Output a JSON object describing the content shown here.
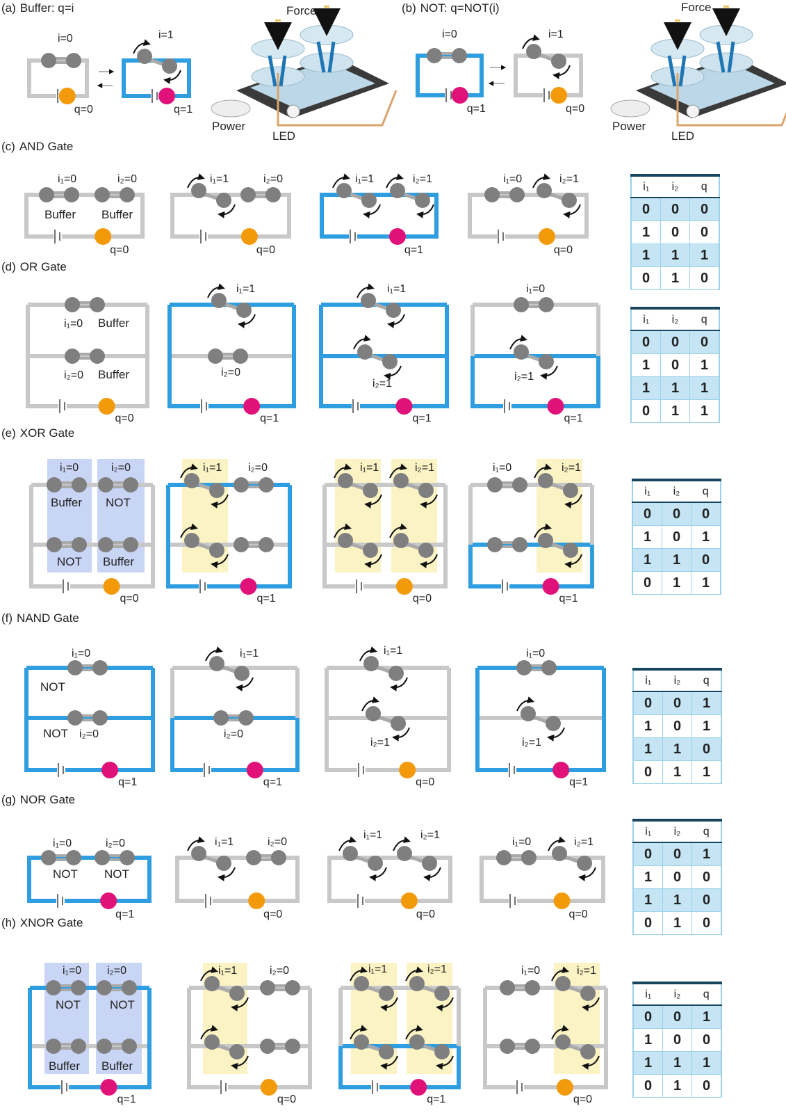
{
  "colors": {
    "wire_off": "#c8c8c8",
    "wire_on": "#2f9ee0",
    "node": "#7f7f7f",
    "led_off": "#f39a0b",
    "led_on": "#e0127a",
    "box_blue": "#c9d5f5",
    "box_yellow": "#fbf3c4"
  },
  "sections": {
    "a": {
      "letter": "(a)",
      "title": "Buffer: q=i"
    },
    "b": {
      "letter": "(b)",
      "title": "NOT: q=NOT(i)"
    },
    "c": {
      "letter": "(c)",
      "title": "AND Gate"
    },
    "d": {
      "letter": "(d)",
      "title": "OR Gate"
    },
    "e": {
      "letter": "(e)",
      "title": "XOR Gate"
    },
    "f": {
      "letter": "(f)",
      "title": "NAND Gate"
    },
    "g": {
      "letter": "(g)",
      "title": "NOR Gate"
    },
    "h": {
      "letter": "(h)",
      "title": "XNOR Gate"
    }
  },
  "labels": {
    "i0": "i=0",
    "i1": "i=1",
    "q0": "q=0",
    "q1": "q=1",
    "i1_0": "i₁=0",
    "i1_1": "i₁=1",
    "i2_0": "i₂=0",
    "i2_1": "i₂=1",
    "buffer": "Buffer",
    "not": "NOT",
    "force": "Force",
    "power": "Power",
    "led": "LED"
  },
  "truth_tables": {
    "headers": [
      "i₁",
      "i₂",
      "q"
    ],
    "c": [
      [
        "0",
        "0",
        "0"
      ],
      [
        "1",
        "0",
        "0"
      ],
      [
        "1",
        "1",
        "1"
      ],
      [
        "0",
        "1",
        "0"
      ]
    ],
    "d": [
      [
        "0",
        "0",
        "0"
      ],
      [
        "1",
        "0",
        "1"
      ],
      [
        "1",
        "1",
        "1"
      ],
      [
        "0",
        "1",
        "1"
      ]
    ],
    "e": [
      [
        "0",
        "0",
        "0"
      ],
      [
        "1",
        "0",
        "1"
      ],
      [
        "1",
        "1",
        "0"
      ],
      [
        "0",
        "1",
        "1"
      ]
    ],
    "f": [
      [
        "0",
        "0",
        "1"
      ],
      [
        "1",
        "0",
        "1"
      ],
      [
        "1",
        "1",
        "0"
      ],
      [
        "0",
        "1",
        "1"
      ]
    ],
    "g": [
      [
        "0",
        "0",
        "1"
      ],
      [
        "1",
        "0",
        "0"
      ],
      [
        "1",
        "1",
        "0"
      ],
      [
        "0",
        "1",
        "0"
      ]
    ],
    "h": [
      [
        "0",
        "0",
        "1"
      ],
      [
        "1",
        "0",
        "0"
      ],
      [
        "1",
        "1",
        "1"
      ],
      [
        "0",
        "1",
        "0"
      ]
    ]
  }
}
